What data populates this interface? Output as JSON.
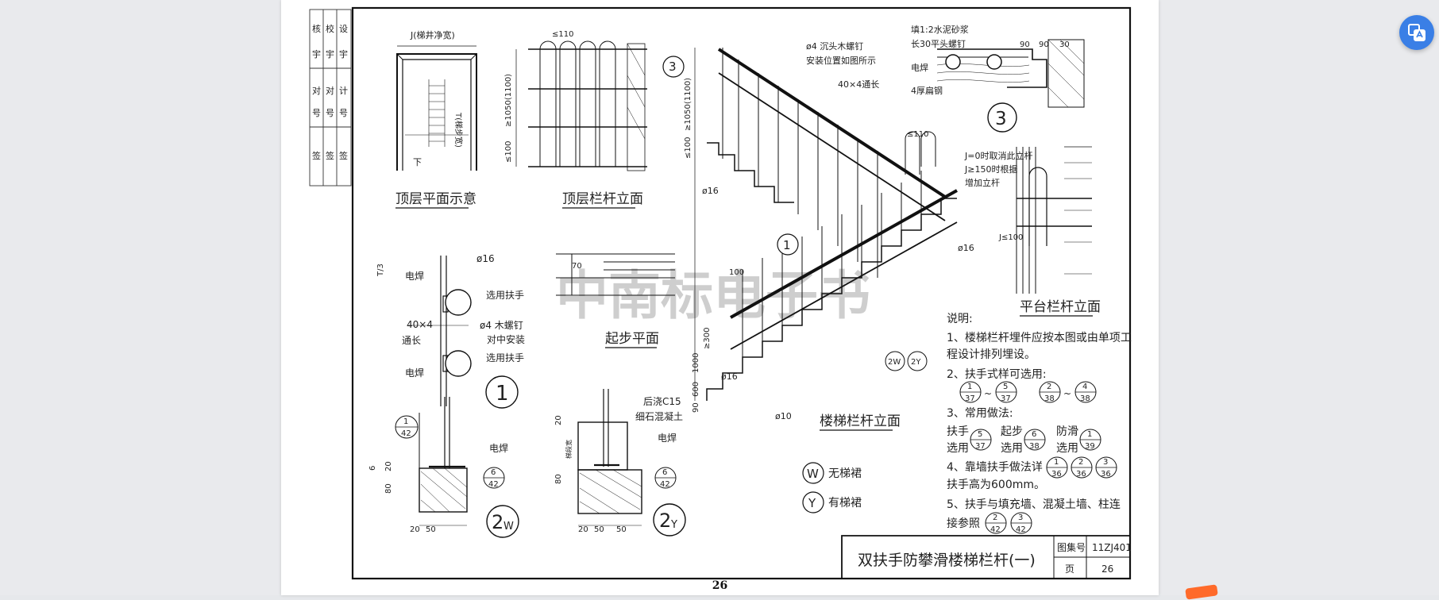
{
  "viewer": {
    "page_number": "26",
    "float_button_icon": "translate-icon",
    "accent_color": "#3a7fe6"
  },
  "watermark": "中南标电子书",
  "side_labels": [
    "核",
    "校",
    "设",
    "对",
    "对",
    "计",
    "宇",
    "宇",
    "宇",
    "号",
    "号",
    "号",
    "签",
    "签",
    "签"
  ],
  "views": {
    "top_plan": {
      "title": "顶层平面示意",
      "well_width": "J(梯井净宽)",
      "step_width": "T(梯步宽)",
      "down_label": "下"
    },
    "top_railing": {
      "title": "顶层栏杆立面",
      "top_gap": "≤110",
      "height": "≥1050(1100)",
      "bottom_gap": "≤100",
      "ref_circle": "3"
    },
    "stair_railing": {
      "title": "楼梯栏杆立面",
      "screw_note": "ø4 沉头木螺钉",
      "screw_note2": "安装位置如图所示",
      "flat_bar": "40×4通长",
      "top_gap": "≤110",
      "height": "≥1050(1100)",
      "bottom_gap": "≤100",
      "dia16_a": "ø16",
      "dia16_b": "ø16",
      "dia16_c": "ø16",
      "dia10": "ø10",
      "ref_circle": "1",
      "dim_100": "100",
      "dim_300": "≥300",
      "dim_1000": "1000",
      "dim_600": "600",
      "dim_90": "90",
      "tag_2w": "2W",
      "tag_2y": "2Y"
    },
    "start_plan": {
      "title": "起步平面",
      "dim_70": "70"
    },
    "detail_3": {
      "num": "3",
      "note1": "填1:2水泥砂浆",
      "note2": "长30平头螺钉",
      "note3": "电焊",
      "note4": "4厚扁钢",
      "dim_90a": "90",
      "dim_90b": "90",
      "dim_30": "30"
    },
    "platform_railing": {
      "title": "平台栏杆立面",
      "note1": "J=0时取消此立杆",
      "note2": "J≥150时根据",
      "note3": "增加立杆",
      "dim_100": "J≤100",
      "top_gap": "≤110"
    },
    "detail_1": {
      "num": "1",
      "dia16": "ø16",
      "weld1": "电焊",
      "weld2": "电焊",
      "handrail1": "选用扶手",
      "handrail2": "选用扶手",
      "flat_bar": "40×4",
      "flat_bar2": "通长",
      "screw": "ø4 木螺钉",
      "screw2": "对中安装",
      "dim": "T/3"
    },
    "detail_2w": {
      "num": "2",
      "suffix": "W",
      "weld": "电焊",
      "ref_top": "1",
      "ref_bottom": "42",
      "ref_right_top": "6",
      "ref_right_bottom": "42",
      "dim_20": "20",
      "dim_80": "80",
      "dim_6": "6",
      "dim_b20": "20",
      "dim_b50": "50"
    },
    "detail_2y": {
      "num": "2",
      "suffix": "Y",
      "note1": "后浇C15",
      "note2": "细石混凝土",
      "weld": "电焊",
      "ref_right_top": "6",
      "ref_right_bottom": "42",
      "dim_20": "20",
      "dim_80": "80",
      "dim_b20": "20",
      "dim_b50a": "50",
      "dim_b50b": "50",
      "side_label": "梯段宽"
    }
  },
  "legend": {
    "w_letter": "W",
    "w_text": "无梯裙",
    "y_letter": "Y",
    "y_text": "有梯裙"
  },
  "notes": {
    "title": "说明:",
    "line1": "1、楼梯栏杆埋件应按本图或由单项工",
    "line1b": "程设计排列埋设。",
    "line2": "2、扶手式样可选用:",
    "refs2": [
      {
        "top": "1",
        "bottom": "37"
      },
      {
        "top": "5",
        "bottom": "37"
      },
      {
        "top": "2",
        "bottom": "38"
      },
      {
        "top": "4",
        "bottom": "38"
      }
    ],
    "line3": "3、常用做法:",
    "col1a": "扶手",
    "col1b": "选用",
    "col1ref": {
      "top": "5",
      "bottom": "37"
    },
    "col2a": "起步",
    "col2b": "选用",
    "col2ref": {
      "top": "6",
      "bottom": "38"
    },
    "col3a": "防滑",
    "col3b": "选用",
    "col3ref": {
      "top": "1",
      "bottom": "39"
    },
    "line4": "4、靠墙扶手做法详",
    "refs4": [
      {
        "top": "1",
        "bottom": "36"
      },
      {
        "top": "2",
        "bottom": "36"
      },
      {
        "top": "3",
        "bottom": "36"
      }
    ],
    "line4b": "扶手高为600mm。",
    "line5": "5、扶手与填充墙、混凝土墙、柱连",
    "line5b": "接参照",
    "refs5": [
      {
        "top": "2",
        "bottom": "42"
      },
      {
        "top": "3",
        "bottom": "42"
      }
    ]
  },
  "title_block": {
    "title": "双扶手防攀滑楼梯栏杆(一)",
    "atlas_label": "图集号",
    "atlas_value": "11ZJ401",
    "page_label": "页",
    "page_value": "26"
  }
}
